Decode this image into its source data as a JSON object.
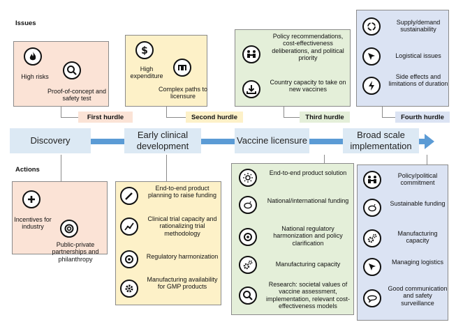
{
  "labels": {
    "issues": "Issues",
    "actions": "Actions"
  },
  "hurdles": [
    "First hurdle",
    "Second hurdle",
    "Third hurdle",
    "Fourth hurdle"
  ],
  "stages": [
    "Discovery",
    "Early clinical development",
    "Vaccine licensure",
    "Broad scale implementation"
  ],
  "issues": {
    "first": [
      "High risks",
      "Proof-of-concept and safety test"
    ],
    "second": [
      "High expenditure",
      "Complex paths to licensure"
    ],
    "third": [
      "Policy recommendations, cost-effectiveness deliberations, and political priority",
      "Country capacity to take on new vaccines"
    ],
    "fourth": [
      "Supply/demand sustainability",
      "Logistical issues",
      "Side effects and limitations of duration"
    ]
  },
  "actions": {
    "first": [
      "Incentives for industry",
      "Public-private partnerships and philanthropy"
    ],
    "second": [
      "End-to-end product planning to raise funding",
      "Clinical trial capacity and rationalizing trial methodology",
      "Regulatory harmonization",
      "Manufacturing availability for GMP products"
    ],
    "third": [
      "End-to-end product solution",
      "National/international funding",
      "National regulatory harmonization and policy clarification",
      "Manufacturing capacity",
      "Research: societal values of vaccine assessment, implementation, relevant cost-effectiveness models"
    ],
    "fourth": [
      "Policy/political commitment",
      "Sustainable funding",
      "Manufacturing capacity",
      "Managing logistics",
      "Good communication and safety surveillance"
    ]
  },
  "colors": {
    "pink": "#fbe3d6",
    "yellow": "#fdf1c8",
    "green": "#e4efd9",
    "blue": "#dbe3f3",
    "arrow": "#5b9bd5",
    "stage": "#dce9f4"
  }
}
